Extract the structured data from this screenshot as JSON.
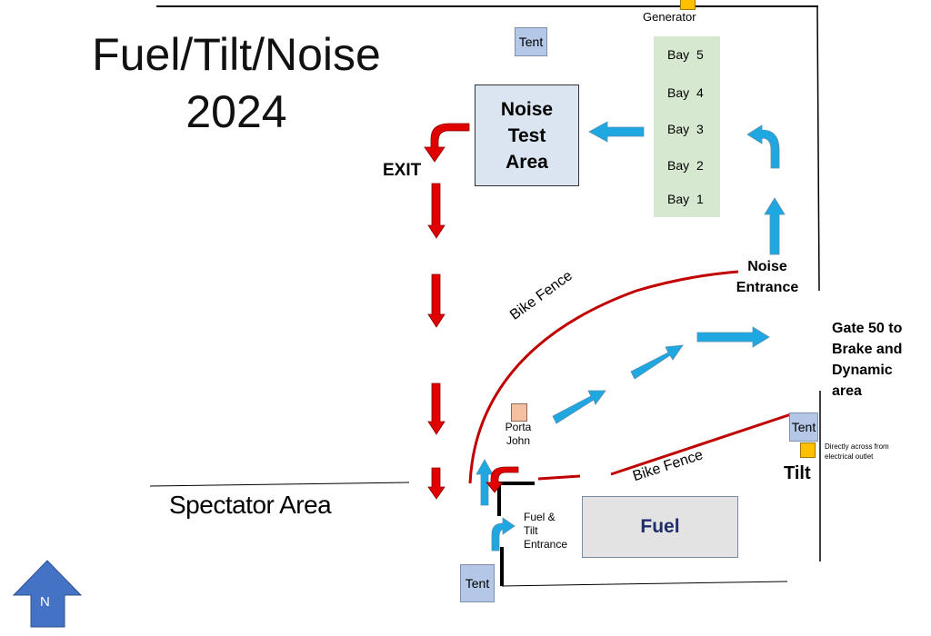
{
  "title_line1": "Fuel/Tilt/Noise",
  "title_line2": "2024",
  "generator_label": "Generator",
  "tent_label": "Tent",
  "noise_area": {
    "line1": "Noise",
    "line2": "Test",
    "line3": "Area"
  },
  "bays": [
    "Bay 5",
    "Bay 4",
    "Bay 3",
    "Bay 2",
    "Bay 1"
  ],
  "exit_label": "EXIT",
  "noise_entrance": {
    "line1": "Noise",
    "line2": "Entrance"
  },
  "gate_label": {
    "line1": "Gate 50 to",
    "line2": "Brake and",
    "line3": "Dynamic",
    "line4": "area"
  },
  "bike_fence_label": "Bike Fence",
  "porta_john": {
    "line1": "Porta",
    "line2": "John"
  },
  "tilt_label": "Tilt",
  "outlet_note": {
    "line1": "Directly across from",
    "line2": "electrical outlet"
  },
  "spectator_label": "Spectator Area",
  "fuel_label": "Fuel",
  "fuel_tilt_entrance": {
    "line1": "Fuel &",
    "line2": "Tilt",
    "line3": "Entrance"
  },
  "north_label": "N",
  "colors": {
    "flow_arrow": "#1ea7e1",
    "exit_arrow": "#e00000",
    "bike_fence": "#c00000",
    "tent_fill": "#b4c7e7",
    "noise_area_fill": "#dae5f1",
    "bay_fill": "#d6e8cf",
    "fuel_fill": "#e3e3e3",
    "generator_fill": "#ffc000",
    "porta_john_fill": "#f4c0a0",
    "north_arrow_fill": "#4472c4"
  }
}
